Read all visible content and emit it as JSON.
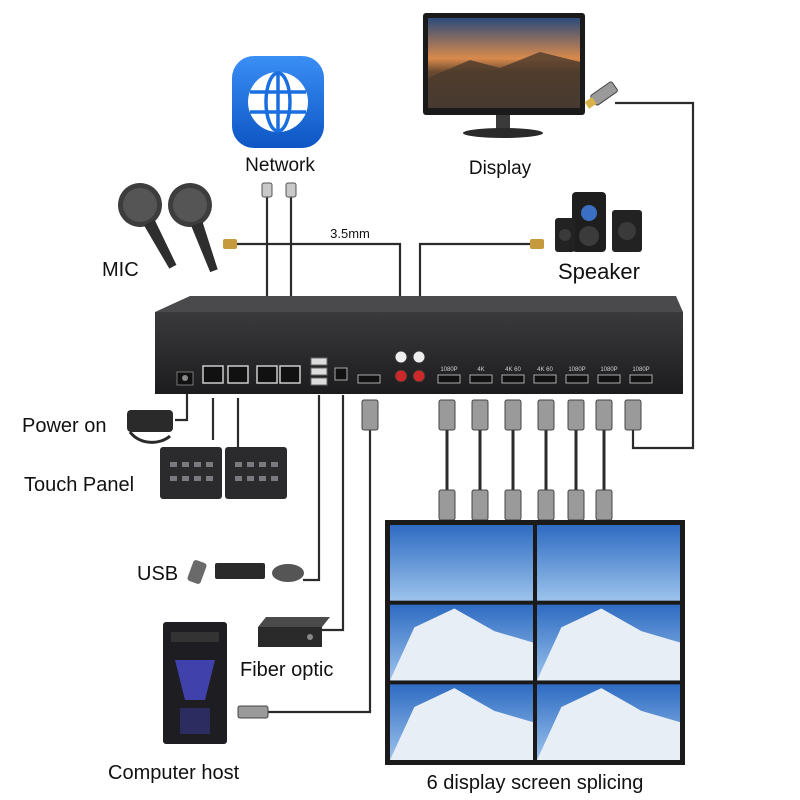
{
  "labels": {
    "network": "Network",
    "display": "Display",
    "mic": "MIC",
    "speaker": "Speaker",
    "audio_jack": "3.5mm",
    "power_on": "Power on",
    "touch_panel": "Touch Panel",
    "usb": "USB",
    "fiber_optic": "Fiber optic",
    "computer_host": "Computer host",
    "video_wall": "6 display screen splicing"
  },
  "device": {
    "hdmi_out_labels": [
      "1080P",
      "4K",
      "4K 60",
      "4K 60",
      "1080P",
      "1080P",
      "1080P"
    ]
  },
  "video_wall": {
    "rows": 3,
    "cols": 2
  },
  "colors": {
    "device_body": "#2a2a2c",
    "cable": "#2b2b2b",
    "hdmi_plug": "#9a9a9a",
    "network_icon": "#1a6fe0",
    "sky": "#3f7fcf",
    "snow": "#e8eef6"
  },
  "icons": [
    "globe-icon",
    "monitor-icon",
    "microphone-icon",
    "speaker-icon",
    "power-adapter-icon",
    "touch-panel-icon",
    "usb-drive-icon",
    "keyboard-icon",
    "mouse-icon",
    "fiber-converter-icon",
    "computer-tower-icon",
    "hdmi-plug-icon"
  ]
}
